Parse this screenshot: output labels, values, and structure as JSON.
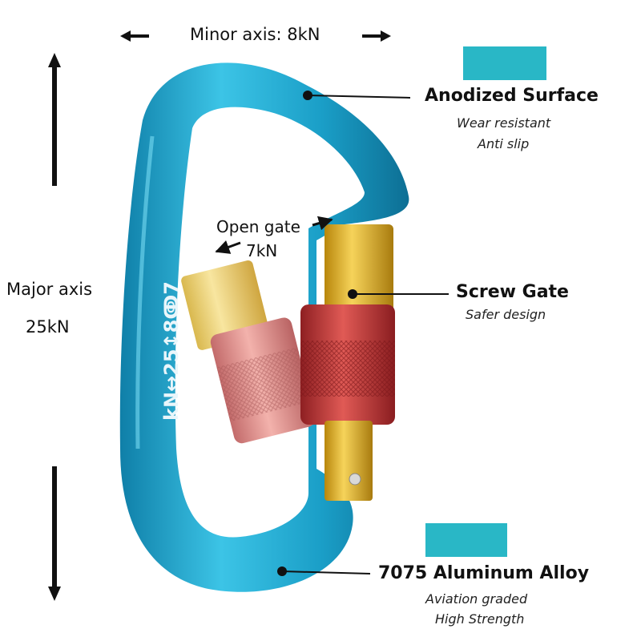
{
  "labels": {
    "minor_axis": "Minor axis: 8kN",
    "major_axis_label": "Major axis",
    "major_axis_value": "25kN",
    "open_gate_label": "Open gate",
    "open_gate_value": "7kN"
  },
  "engraving": "kN↔25↕8ↂ7",
  "callouts": {
    "anodized": {
      "title": "Anodized Surface",
      "lines": [
        "Wear resistant",
        "Anti slip"
      ]
    },
    "screw_gate": {
      "title": "Screw Gate",
      "lines": [
        "Safer design"
      ]
    },
    "alloy": {
      "title": "7075 Aluminum Alloy",
      "lines": [
        "Aviation graded",
        "High Strength"
      ]
    }
  },
  "colors": {
    "swatch": "#29b7c6",
    "carabiner_body": "#1fa3c8",
    "gate_gold": "#e0b232",
    "sleeve_red": "#c63b3b",
    "sleeve_pink": "#e28a8a"
  }
}
